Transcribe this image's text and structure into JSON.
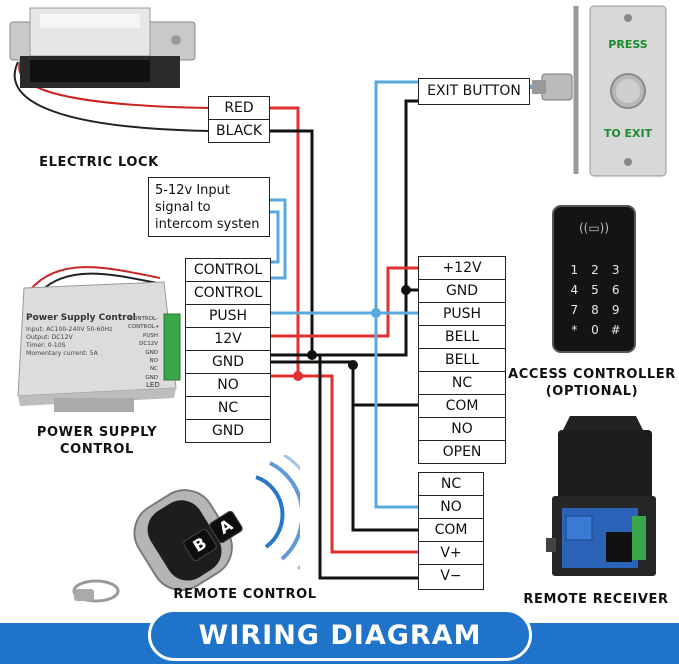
{
  "lock": {
    "caption": "ELECTRIC LOCK",
    "terminals": [
      "RED",
      "BLACK"
    ]
  },
  "exit_button": {
    "label": "EXIT BUTTON",
    "plate_top": "PRESS",
    "plate_bottom": "TO EXIT"
  },
  "intercom_note": "5-12v Input signal to intercom systen",
  "psu": {
    "caption_line1": "POWER SUPPLY",
    "caption_line2": "CONTROL",
    "device_title": "Power Supply Control",
    "device_specs": [
      "Input: AC100-240V 50-60Hz",
      "Output: DC12V",
      "Timer: 0-10S",
      "Momentary current: 5A"
    ],
    "device_ports": [
      "CONTROL-",
      "CONTROL+",
      "PUSH",
      "DC12V",
      "GND",
      "NO",
      "NC",
      "GND"
    ],
    "device_led": "LED",
    "terminals": [
      "CONTROL",
      "CONTROL",
      "PUSH",
      "12V",
      "GND",
      "NO",
      "NC",
      "GND"
    ]
  },
  "access": {
    "caption_line1": "ACCESS CONTROLLER",
    "caption_line2": "(OPTIONAL)",
    "terminals": [
      "+12V",
      "GND",
      "PUSH",
      "BELL",
      "BELL",
      "NC",
      "COM",
      "NO",
      "OPEN"
    ],
    "keys": [
      "1",
      "2",
      "3",
      "4",
      "5",
      "6",
      "7",
      "8",
      "9",
      "*",
      "0",
      "#"
    ]
  },
  "receiver": {
    "caption": "REMOTE RECEIVER",
    "terminals": [
      "NC",
      "NO",
      "COM",
      "V+",
      "V−"
    ]
  },
  "remote": {
    "caption": "REMOTE CONTROL",
    "buttons": [
      "A",
      "B"
    ]
  },
  "banner": "WIRING DIAGRAM",
  "colors": {
    "red_wire": "#e03030",
    "black_wire": "#111111",
    "blue_wire": "#5aa9dc",
    "banner": "#1f73c8"
  }
}
